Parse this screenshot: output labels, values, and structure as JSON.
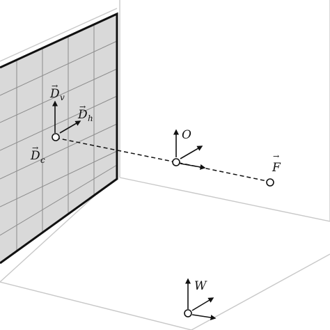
{
  "labels": {
    "dv": {
      "main": "D",
      "sub": "v",
      "vector_mark": "→"
    },
    "dh": {
      "main": "D",
      "sub": "h",
      "vector_mark": "→"
    },
    "dc": {
      "main": "D",
      "sub": "c",
      "vector_mark": "→"
    },
    "o": {
      "main": "O"
    },
    "f": {
      "main": "F",
      "vector_mark": "→"
    },
    "w": {
      "main": "W"
    }
  },
  "colors": {
    "display_fill": "#d9d9d9",
    "grid_line": "#8c8c8c",
    "room_line": "#c8c8c8",
    "ink": "#111111"
  }
}
